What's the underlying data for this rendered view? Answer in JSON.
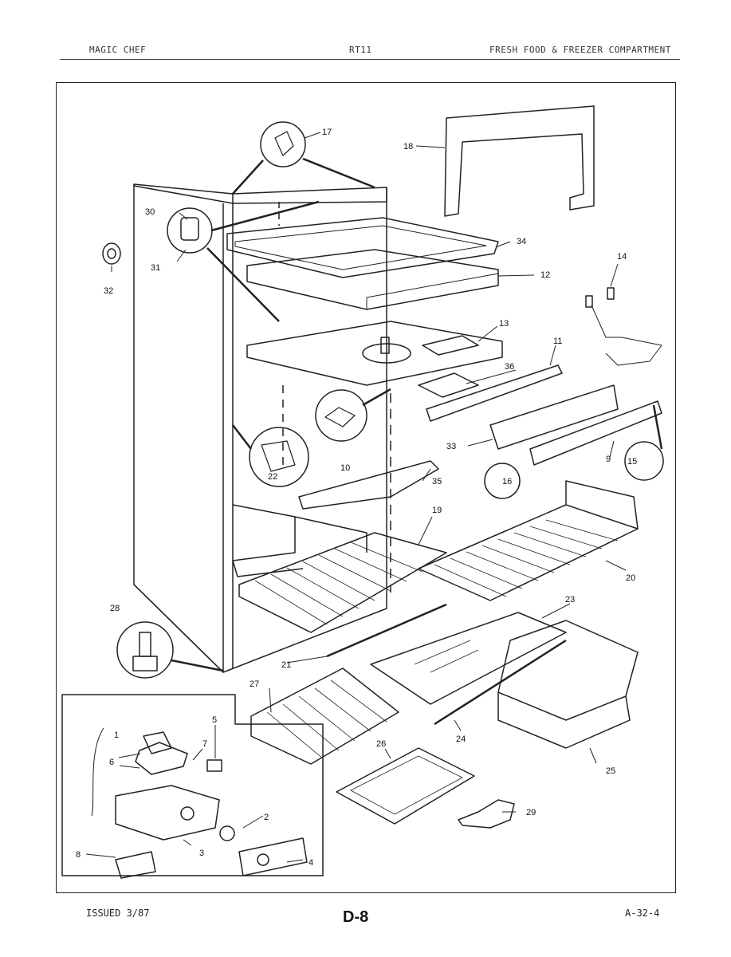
{
  "header": {
    "brand": "MAGIC CHEF",
    "model": "RT11",
    "section": "FRESH FOOD & FREEZER COMPARTMENT"
  },
  "footer": {
    "issued": "ISSUED 3/87",
    "page": "D-8",
    "code": "A-32-4"
  },
  "callouts": [
    "1",
    "2",
    "3",
    "4",
    "5",
    "6",
    "7",
    "8",
    "9",
    "10",
    "11",
    "12",
    "13",
    "14",
    "15",
    "16",
    "17",
    "18",
    "19",
    "20",
    "21",
    "22",
    "23",
    "24",
    "25",
    "26",
    "27",
    "28",
    "29",
    "30",
    "31",
    "32",
    "33",
    "34",
    "35",
    "36"
  ]
}
